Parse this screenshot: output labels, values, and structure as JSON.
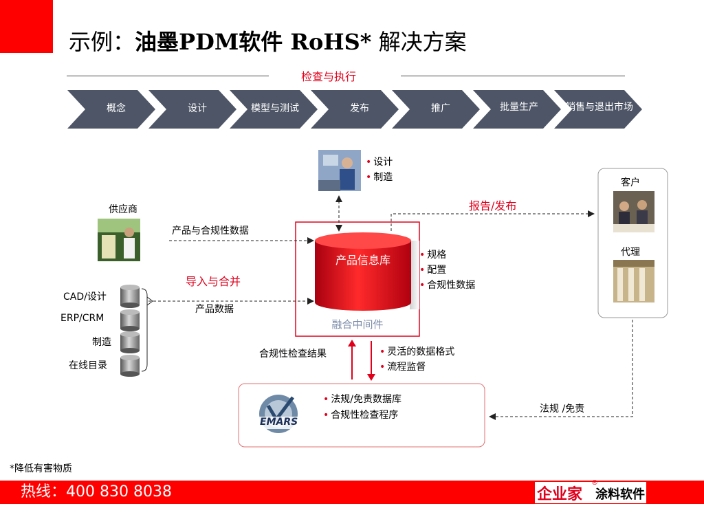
{
  "title": {
    "prefix": "示例：",
    "main": "油墨PDM软件 RoHS*",
    "suffix": " 解决方案"
  },
  "section_label": "检查与执行",
  "process_steps": [
    "概念",
    "设计",
    "模型与测试",
    "发布",
    "推广",
    "批量生产",
    "销售与退出市场"
  ],
  "designer": {
    "items": [
      "设计",
      "制造"
    ]
  },
  "supplier": {
    "label": "供应商"
  },
  "arrow_labels": {
    "product_compliance": "产品与合规性数据",
    "import_merge": "导入与合并",
    "product_data": "产品数据",
    "report_publish": "报告/发布",
    "check_results": "合规性检查结果",
    "regulations": "法规 /免责"
  },
  "sources": [
    "CAD/设计",
    "ERP/CRM",
    "制造",
    "在线目录"
  ],
  "database": {
    "label": "产品信息库",
    "middleware": "融合中间件",
    "features": [
      "规格",
      "配置",
      "合规性数据"
    ]
  },
  "customer_panel": {
    "customer": "客户",
    "agent": "代理"
  },
  "flow_features": [
    "灵活的数据格式",
    "流程监督"
  ],
  "emars": {
    "logo_text": "EMARS",
    "items": [
      "法规/免责数据库",
      "合规性检查程序"
    ]
  },
  "footnote": "*降低有害物质",
  "footer": {
    "hotline": "热线：400 830 8038",
    "logo_main": "企业家",
    "logo_reg": "®",
    "logo_sub": "涂料软件"
  },
  "colors": {
    "accent_red": "#e0001b",
    "chevron": "#4d5566",
    "footer_red": "#ff0000"
  }
}
